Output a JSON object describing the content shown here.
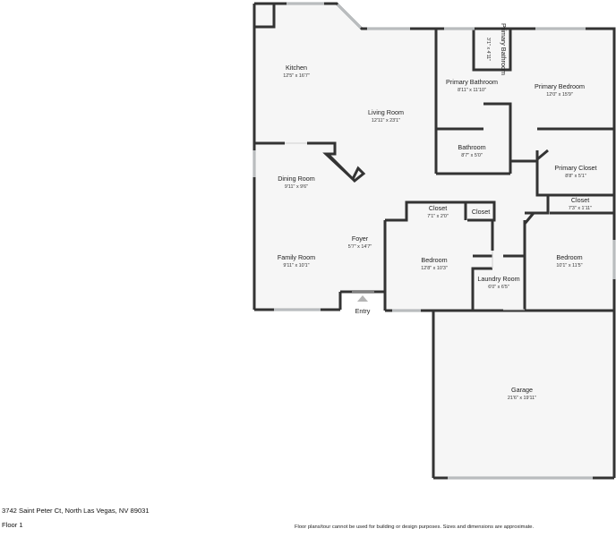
{
  "rooms": [
    {
      "id": "kitchen",
      "name": "Kitchen",
      "dims": "12'5\" x 16'7\""
    },
    {
      "id": "living-room",
      "name": "Living Room",
      "dims": "12'11\" x 23'1\""
    },
    {
      "id": "primary-bathroom",
      "name": "Primary Bathroom",
      "dims": "8'11\" x 11'10\""
    },
    {
      "id": "primary-bedroom",
      "name": "Primary Bedroom",
      "dims": "12'0\" x 15'9\""
    },
    {
      "id": "primary-bathroom-closet",
      "name": "Primary Bathroom",
      "dims": "3'1\" x 4'11\""
    },
    {
      "id": "bathroom",
      "name": "Bathroom",
      "dims": "8'7\" x 5'0\""
    },
    {
      "id": "primary-closet",
      "name": "Primary Closet",
      "dims": "8'8\" x 5'1\""
    },
    {
      "id": "dining-room",
      "name": "Dining Room",
      "dims": "9'11\" x 9'6\""
    },
    {
      "id": "closet-1",
      "name": "Closet",
      "dims": "7'1\" x 2'0\""
    },
    {
      "id": "closet-2",
      "name": "Closet",
      "dims": ""
    },
    {
      "id": "closet-3",
      "name": "Closet",
      "dims": "7'3\" x 1'11\""
    },
    {
      "id": "foyer",
      "name": "Foyer",
      "dims": "5'7\" x 14'7\""
    },
    {
      "id": "family-room",
      "name": "Family Room",
      "dims": "9'11\" x 10'1\""
    },
    {
      "id": "bedroom-1",
      "name": "Bedroom",
      "dims": "12'8\" x 10'3\""
    },
    {
      "id": "bedroom-2",
      "name": "Bedroom",
      "dims": "10'1\" x 11'5\""
    },
    {
      "id": "laundry-room",
      "name": "Laundry Room",
      "dims": "6'0\" x 6'5\""
    },
    {
      "id": "garage",
      "name": "Garage",
      "dims": "21'6\" x 19'11\""
    }
  ],
  "entry_label": "Entry",
  "address": "3742 Saint Peter Ct, North Las Vegas, NV 89031",
  "floor": "Floor 1",
  "disclaimer": "Floor plans/tour cannot be used for building or design purposes. Sizes and dimensions are approximate.",
  "colors": {
    "wall": "#333333",
    "floor_fill": "#f6f6f6",
    "window": "#b9bcbe",
    "entry_marker": "#b5b5b5"
  }
}
